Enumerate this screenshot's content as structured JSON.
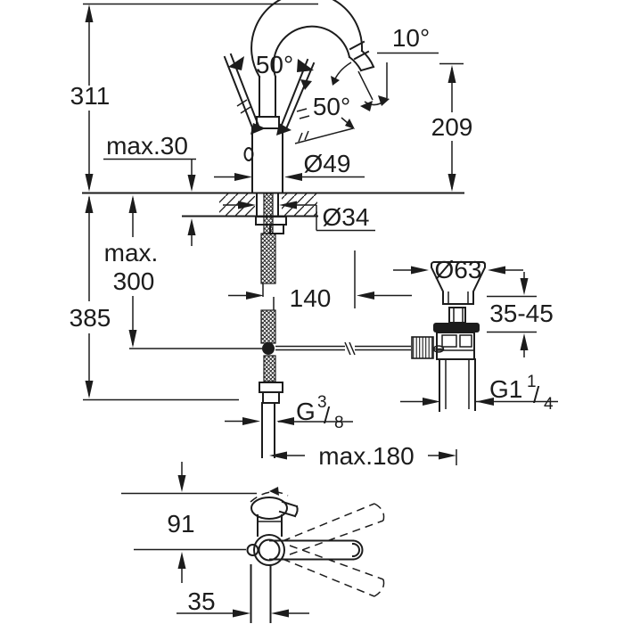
{
  "drawing": {
    "type": "faucet technical dimension drawing",
    "colors": {
      "line": "#1c1c1c",
      "background": "#ffffff"
    },
    "labels": {
      "total_height": "311",
      "deck_thickness": "max.30",
      "lever_angle_left": "50°",
      "lever_angle_right": "50°",
      "spout_outlet_angle": "10°",
      "spout_height": "209",
      "body_diameter": "Ø49",
      "mount_hole_diameter": "Ø34",
      "hose_length_prefix": "max.",
      "hose_length_value": "300",
      "total_depth": "385",
      "spout_reach": "140",
      "waste_flange_diameter": "Ø63",
      "counter_thickness_range": "35-45",
      "waste_thread_prefix": "G1",
      "waste_thread_numerator": "1",
      "waste_thread_slash": "/",
      "waste_thread_denominator": "4",
      "supply_thread_prefix": "G",
      "supply_thread_numerator": "3",
      "supply_thread_slash": "/",
      "supply_thread_denominator": "8",
      "rod_length": "max.180",
      "plan_spout_reach": "91",
      "plan_offset": "35"
    }
  }
}
